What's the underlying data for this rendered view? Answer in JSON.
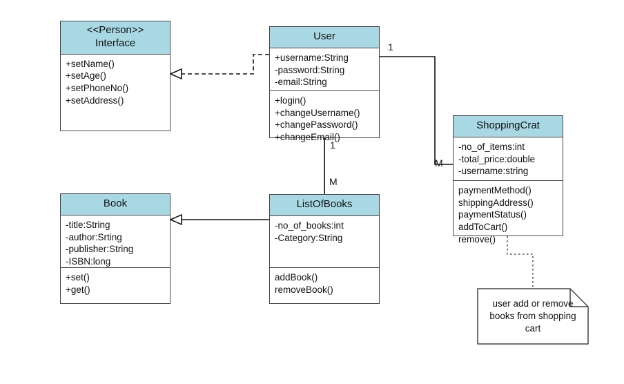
{
  "diagram": {
    "title": "UML Class Diagram",
    "background_color": "#ffffff",
    "header_fill": "#a8d8e4",
    "border_color": "#444444"
  },
  "classes": {
    "person_interface": {
      "stereotype": "<<Person>>",
      "name": "Interface",
      "attributes": [],
      "methods": [
        "+setName()",
        "+setAge()",
        "+setPhoneNo()",
        "+setAddress()"
      ]
    },
    "user": {
      "name": "User",
      "attributes": [
        "+username:String",
        "-password:String",
        "-email:String"
      ],
      "methods": [
        "+login()",
        "+changeUsername()",
        "+changePassword()",
        "+changeEmail()"
      ]
    },
    "shopping_cart": {
      "name": "ShoppingCrat",
      "attributes": [
        "-no_of_items:int",
        "-total_price:double",
        "-username:string"
      ],
      "methods": [
        "paymentMethod()",
        "shippingAddress()",
        "paymentStatus()",
        "addToCart()",
        "remove()"
      ]
    },
    "book": {
      "name": "Book",
      "attributes": [
        "-title:String",
        "-author:Srting",
        "-publisher:String",
        "-ISBN:long"
      ],
      "methods": [
        "+set()",
        "+get()"
      ]
    },
    "list_of_books": {
      "name": "ListOfBooks",
      "attributes": [
        "-no_of_books:int",
        "-Category:String"
      ],
      "methods": [
        "addBook()",
        "removeBook()"
      ]
    }
  },
  "note": {
    "text": "user add or remove books from shopping cart"
  },
  "multiplicities": {
    "user_to_cart_source": "1",
    "user_to_cart_target": "M",
    "user_to_list_source": "1",
    "user_to_list_target": "M"
  }
}
